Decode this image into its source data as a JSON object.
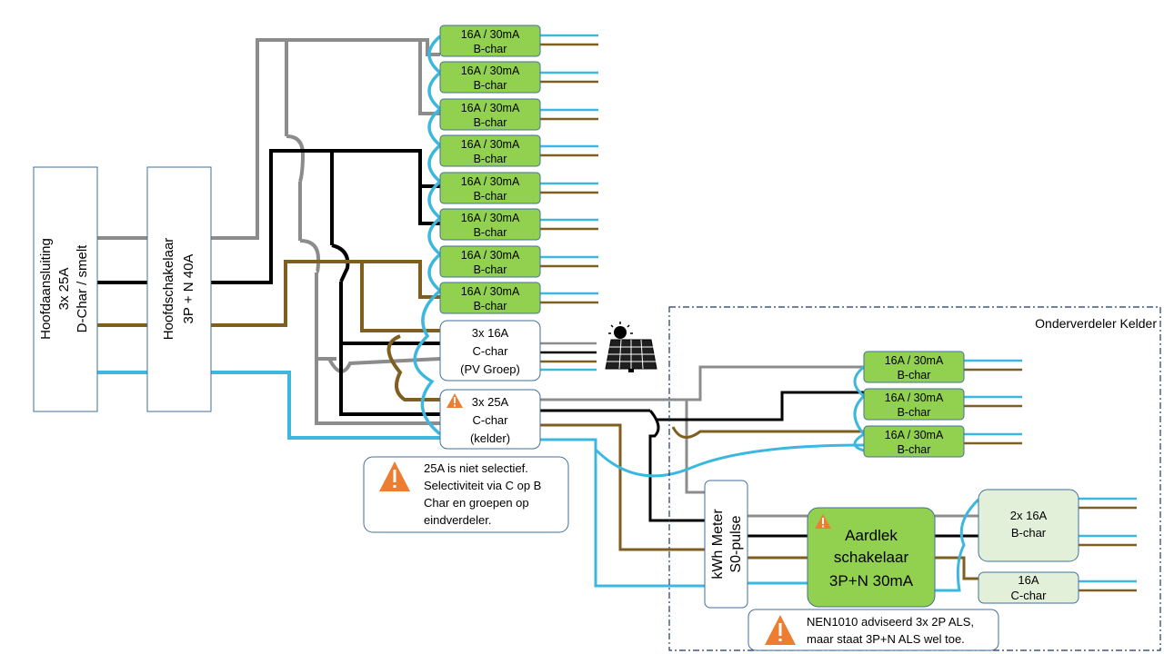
{
  "main_connection": {
    "line1": "Hoofdaansluiting",
    "line2": "3x 25A",
    "line3": "D-Char / smelt"
  },
  "main_switch": {
    "line1": "Hoofdschakelaar",
    "line2": "3P + N 40A"
  },
  "groups_mcb": [
    {
      "rating": "16A / 30mA",
      "char": "B-char"
    },
    {
      "rating": "16A / 30mA",
      "char": "B-char"
    },
    {
      "rating": "16A / 30mA",
      "char": "B-char"
    },
    {
      "rating": "16A / 30mA",
      "char": "B-char"
    },
    {
      "rating": "16A / 30mA",
      "char": "B-char"
    },
    {
      "rating": "16A / 30mA",
      "char": "B-char"
    },
    {
      "rating": "16A / 30mA",
      "char": "B-char"
    },
    {
      "rating": "16A / 30mA",
      "char": "B-char"
    }
  ],
  "pv_group": {
    "line1": "3x 16A",
    "line2": "C-char",
    "line3": "(PV Groep)"
  },
  "cellar_group": {
    "line1": "3x 25A",
    "line2": "C-char",
    "line3": "(kelder)"
  },
  "warning_selectivity": {
    "line1": "25A is niet selectief.",
    "line2": "Selectiviteit via C op B",
    "line3": "Char en groepen op",
    "line4": "eindverdeler."
  },
  "subpanel": {
    "title": "Onderverdeler Kelder",
    "groups": [
      {
        "rating": "16A / 30mA",
        "char": "B-char"
      },
      {
        "rating": "16A / 30mA",
        "char": "B-char"
      },
      {
        "rating": "16A / 30mA",
        "char": "B-char"
      }
    ],
    "kwh_meter": {
      "line1": "kWh Meter",
      "line2": "S0-pulse"
    },
    "rcd": {
      "line1": "Aardlek",
      "line2": "schakelaar",
      "line3": "3P+N 30mA"
    },
    "group_2x16": {
      "line1": "2x 16A",
      "line2": "B-char"
    },
    "group_16c": {
      "line1": "16A",
      "line2": "C-char"
    },
    "warning_nen": {
      "line1": "NEN1010 adviseerd 3x 2P ALS,",
      "line2": "maar staat 3P+N ALS wel toe."
    }
  },
  "icons": {
    "warning": "warning-triangle-icon",
    "solar": "solar-panel-icon"
  },
  "colors": {
    "grey": "#8c8c8c",
    "black": "#000000",
    "brown": "#7f5f1f",
    "blue": "#3cb8e0",
    "green": "#92d050",
    "pale_green": "#e2f0d9",
    "warning": "#ed7d31",
    "border": "#41719c"
  }
}
